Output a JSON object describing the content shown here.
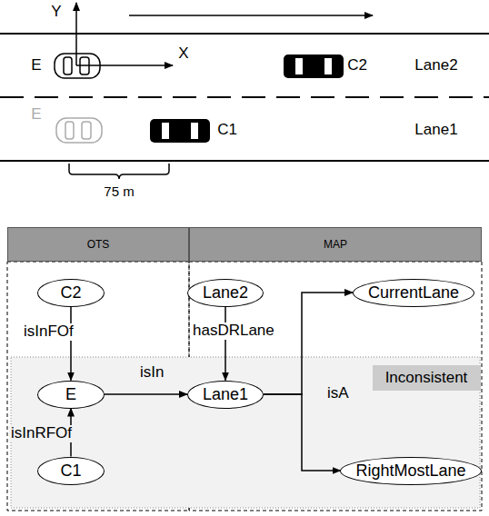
{
  "diagram": {
    "nodes": [
      {
        "text": [
          "OTS"
        ]
      },
      {
        "text": [
          "MAP"
        ]
      },
      {
        "text": [
          "C2"
        ]
      },
      {
        "text": [
          "Lane2"
        ]
      },
      {
        "text": [
          "CurrentLane"
        ]
      },
      {
        "text": [
          "E"
        ]
      },
      {
        "text": [
          "Lane1"
        ]
      },
      {
        "text": [
          "C1"
        ]
      },
      {
        "text": [
          "RightMostLane"
        ]
      }
    ],
    "edges": [
      {
        "from": 2,
        "to": 5,
        "label": "isInFOf",
        "arrow": "to"
      },
      {
        "from": 7,
        "to": 5,
        "label": "isInRFOf",
        "arrow": "to"
      },
      {
        "from": 5,
        "to": 6,
        "label": "isIn",
        "arrow": "to"
      },
      {
        "from": 3,
        "to": 6,
        "label": "hasDRLane",
        "arrow": "to"
      },
      {
        "from": 6,
        "to": 4,
        "label": "isA",
        "arrow": "to"
      },
      {
        "from": 6,
        "to": 8,
        "arrow": "to"
      }
    ],
    "labels": [
      "Y",
      "X",
      "E",
      "C2",
      "Lane2",
      "E",
      "C1",
      "Lane1",
      "75 m",
      "Inconsistent"
    ]
  }
}
